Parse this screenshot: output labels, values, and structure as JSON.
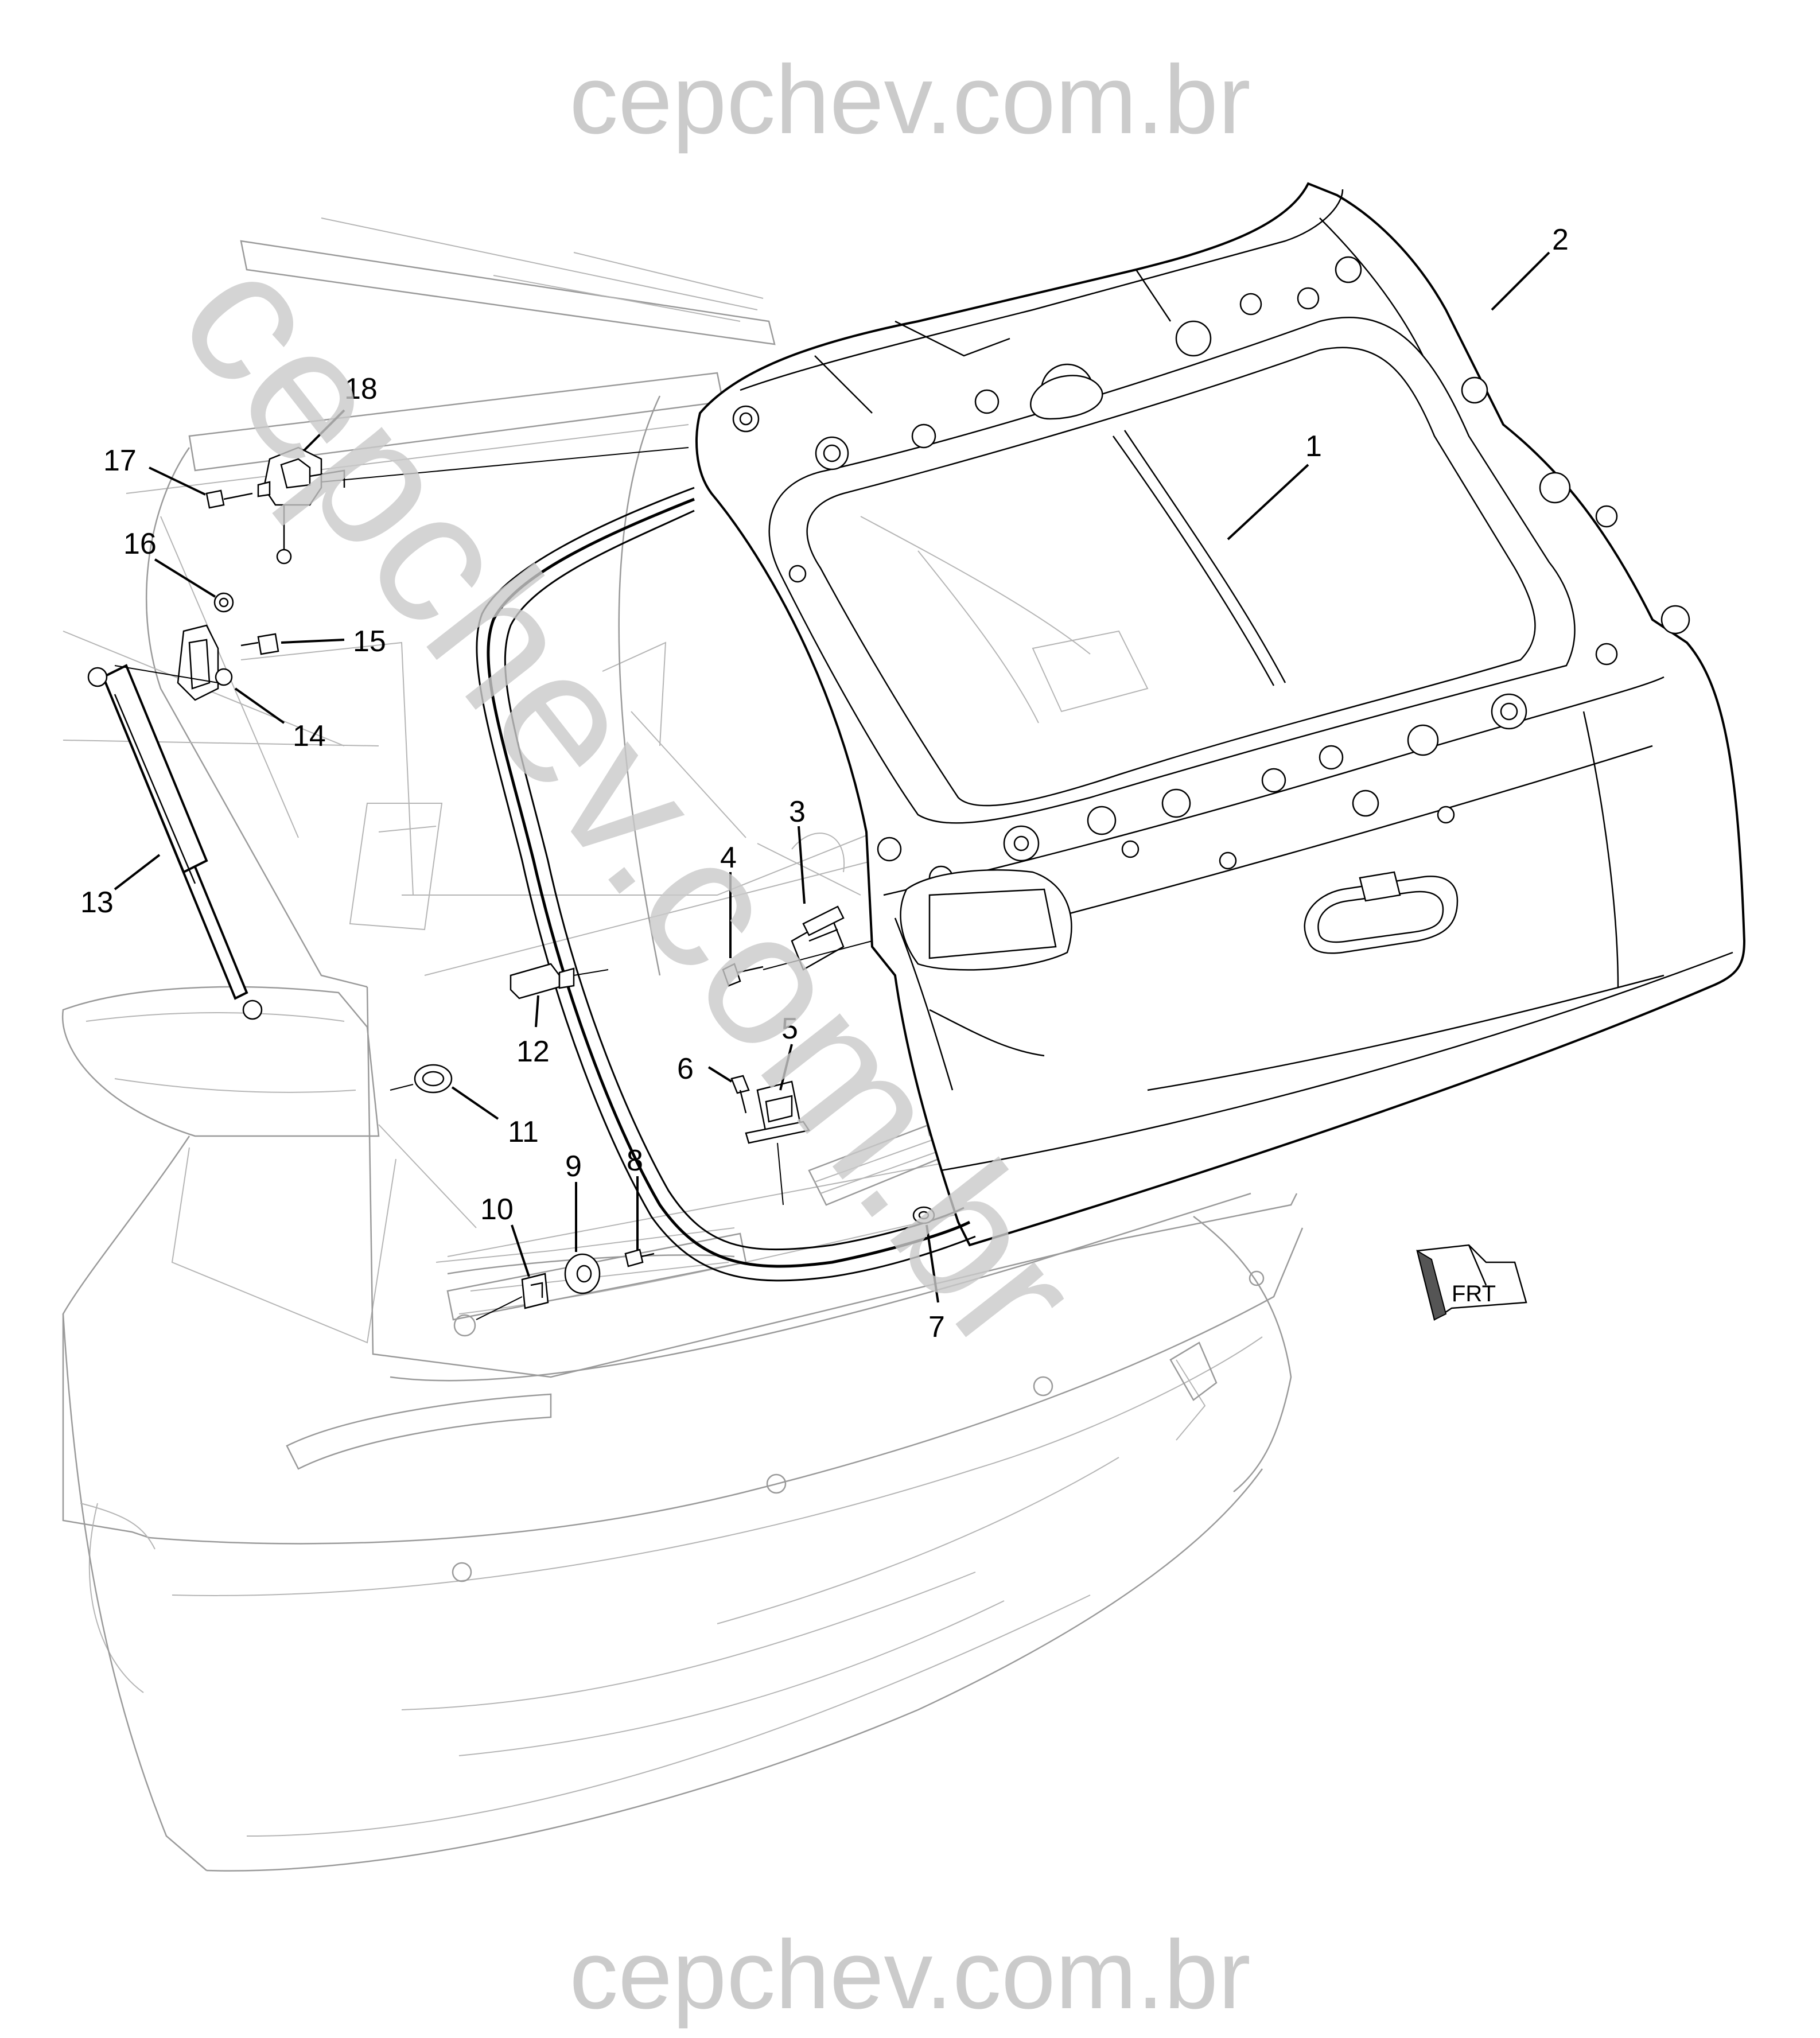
{
  "watermark": {
    "top": "cepchev.com.br",
    "bottom": "cepchev.com.br",
    "diagonal": "cepchev.com.br"
  },
  "orientation_label": "FRT",
  "callouts": [
    {
      "id": "1",
      "label": "1"
    },
    {
      "id": "2",
      "label": "2"
    },
    {
      "id": "3",
      "label": "3"
    },
    {
      "id": "4",
      "label": "4"
    },
    {
      "id": "5",
      "label": "5"
    },
    {
      "id": "6",
      "label": "6"
    },
    {
      "id": "7",
      "label": "7"
    },
    {
      "id": "8",
      "label": "8"
    },
    {
      "id": "9",
      "label": "9"
    },
    {
      "id": "10",
      "label": "10"
    },
    {
      "id": "11",
      "label": "11"
    },
    {
      "id": "12",
      "label": "12"
    },
    {
      "id": "13",
      "label": "13"
    },
    {
      "id": "14",
      "label": "14"
    },
    {
      "id": "15",
      "label": "15"
    },
    {
      "id": "16",
      "label": "16"
    },
    {
      "id": "17",
      "label": "17"
    },
    {
      "id": "18",
      "label": "18"
    }
  ],
  "colors": {
    "watermark": "#c9c9c9",
    "line_art": "#000000",
    "ghost_body": "#9a9a9a"
  }
}
